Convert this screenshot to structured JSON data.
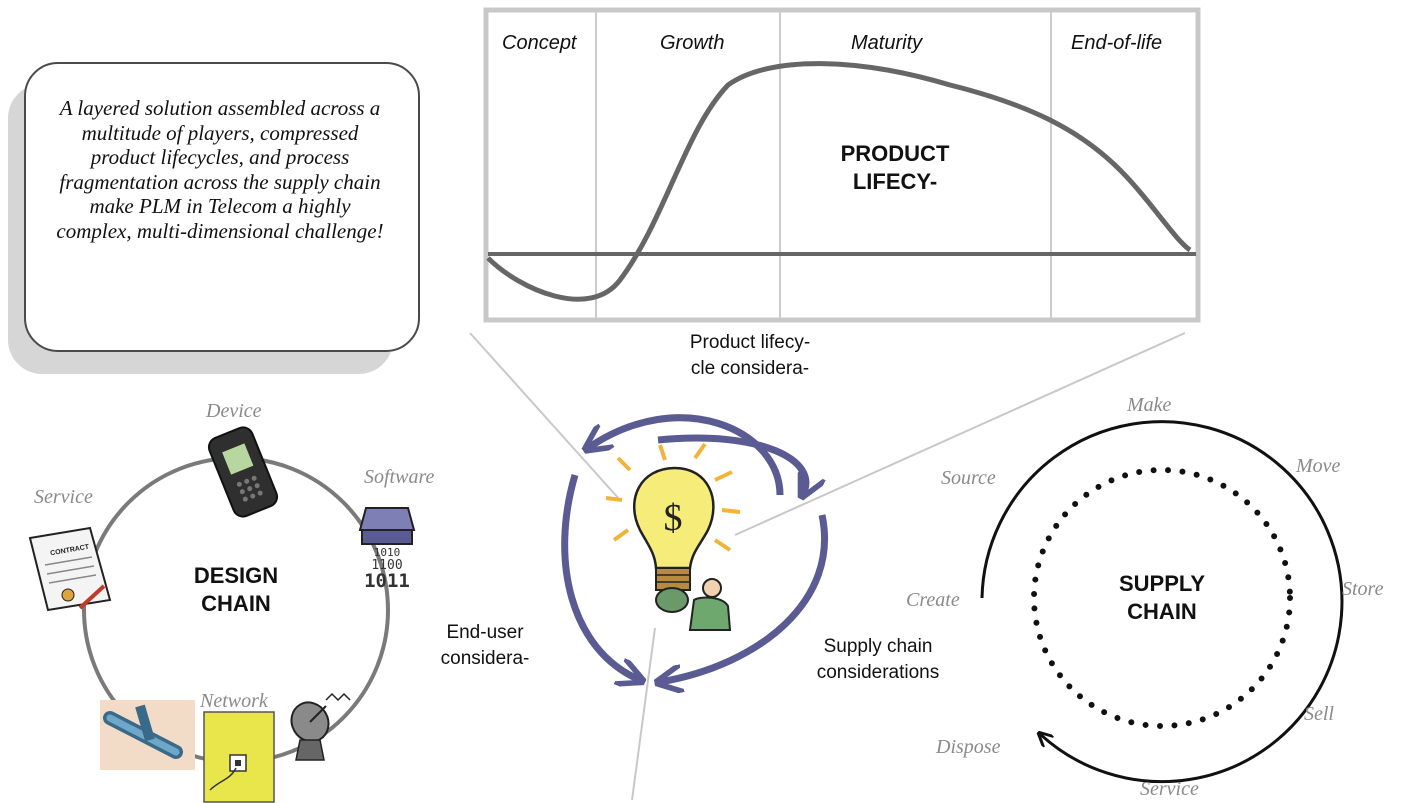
{
  "callout": {
    "text": "A layered solution assembled across a multitude of players, compressed product lifecycles, and process fragmentation across the supply chain make PLM in Telecom a highly complex, multi-dimensional challenge!"
  },
  "lifecycle_chart": {
    "stages": [
      "Concept",
      "Growth",
      "Maturity",
      "End-of-life"
    ],
    "title_line1": "PRODUCT",
    "title_line2": "LIFECY-"
  },
  "considerations": {
    "product_line1": "Product lifecy-",
    "product_line2": "cle considera-",
    "enduser_line1": "End-user",
    "enduser_line2": "considera-",
    "supply_line1": "Supply chain",
    "supply_line2": "considerations"
  },
  "design_chain": {
    "title_line1": "DESIGN",
    "title_line2": "CHAIN",
    "labels": {
      "device": "Device",
      "software": "Software",
      "service": "Service",
      "network": "Network"
    },
    "binary_text": [
      "1010",
      "1100",
      "1011"
    ],
    "contract_text": "CONTRACT"
  },
  "supply_chain": {
    "title_line1": "SUPPLY",
    "title_line2": "CHAIN",
    "steps": [
      "Make",
      "Move",
      "Store",
      "Sell",
      "Service",
      "Dispose",
      "Create",
      "Source"
    ]
  },
  "colors": {
    "arrow_blue": "#5b5b93",
    "curve_gray": "#666666",
    "chart_border": "#c8c8c8",
    "bulb_yellow": "#f6ec7a",
    "rays_orange": "#f2b33a"
  }
}
